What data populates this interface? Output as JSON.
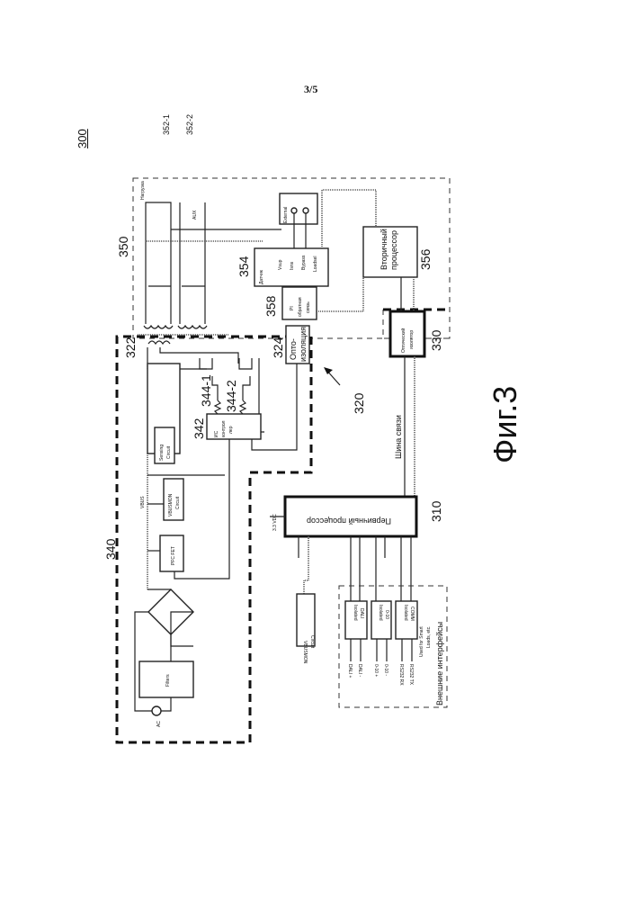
{
  "page": {
    "page_number": "3/5",
    "figure_ref": "300",
    "figure_caption": "Фиг.3"
  },
  "reference_numerals": {
    "n310": "310",
    "n320": "320",
    "n322": "322",
    "n324": "324",
    "n330": "330",
    "n340": "340",
    "n342": "342",
    "n344_1": "344-1",
    "n344_2": "344-2",
    "n350": "350",
    "n352_1": "352-1",
    "n352_2": "352-2",
    "n354": "354",
    "n356": "356",
    "n358": "358"
  },
  "blocks": {
    "primary_processor": "Первичный процессор",
    "secondary_processor": [
      "Вторичный",
      "процессор"
    ],
    "optical_isolator": [
      "Оптический",
      "изолятор"
    ],
    "opto_isolation": [
      "Опто-",
      "изоляция"
    ],
    "pi_feedback": [
      "PI",
      "обратная",
      "связь"
    ],
    "controller_ic": [
      "ИС",
      "контрол",
      "лер"
    ],
    "sensor_block": "Датчик",
    "external": "External",
    "pfc_fet": "PFC FET",
    "vbusmon_circuit_primary": [
      "VBUSMON",
      "Circuit"
    ],
    "vbusmon_circuit_iface": [
      "VBUSMON",
      "Circuit"
    ],
    "sensing_circuit": [
      "Sensing",
      "Circuit"
    ],
    "filters": "Filters",
    "isolated_dali": [
      "Isolated",
      "DALI"
    ],
    "isolated_0_10": [
      "Isolated",
      "0-10"
    ],
    "isolated_comm": [
      "Isolated",
      "COMM"
    ]
  },
  "labels": {
    "communication_bus": "Шина связи",
    "external_interfaces": "Внешние интерфейсы",
    "external_interfaces_note": [
      "Used for Smart",
      "Loads, etc."
    ],
    "load": "Нагрузка",
    "aux": "AUX",
    "vbus": "VBUS",
    "supply_3v3": "3.3 VDC",
    "ac_source": "AC",
    "sensor_pins": [
      "Vsup",
      "Isns",
      "Bypass",
      "Loadsel"
    ],
    "ext_lines": [
      "DALI +",
      "DALI -",
      "0-10 +",
      "0-10 -",
      "RS232 RX",
      "RS232 TX"
    ]
  }
}
